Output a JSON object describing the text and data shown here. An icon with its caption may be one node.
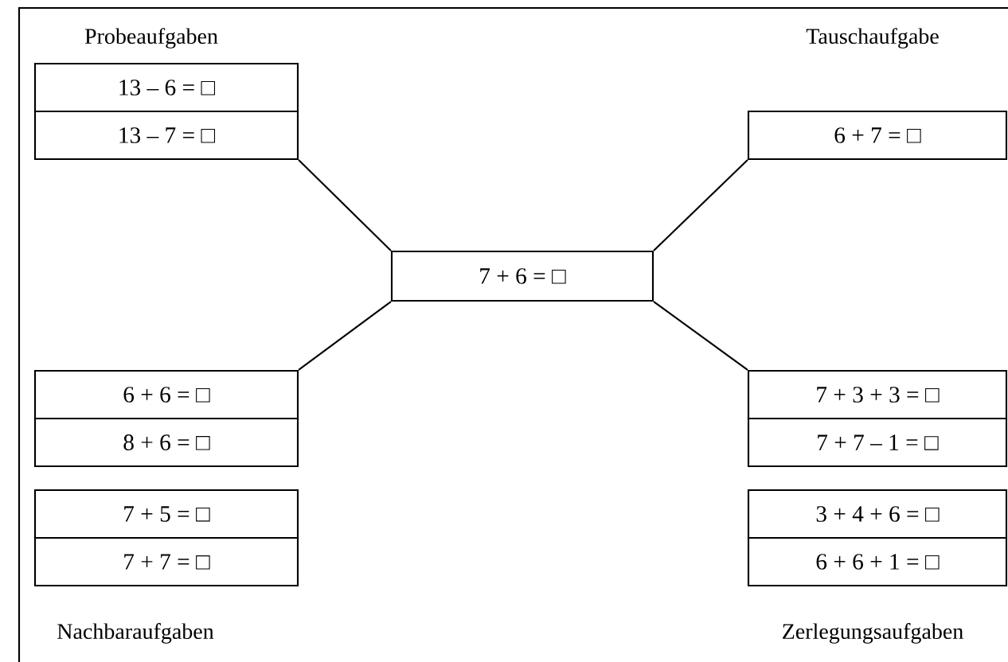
{
  "diagram": {
    "nodes": [
      {
        "text": [
          "13 – 6 = □"
        ]
      },
      {
        "text": [
          "13 – 7 = □"
        ]
      },
      {
        "text": [
          "6 + 7 = □"
        ]
      },
      {
        "text": [
          "7 + 6 = □"
        ]
      },
      {
        "text": [
          "6 + 6 = □"
        ]
      },
      {
        "text": [
          "8 + 6 = □"
        ]
      },
      {
        "text": [
          "7 + 5 = □"
        ]
      },
      {
        "text": [
          "7 + 7 = □"
        ]
      },
      {
        "text": [
          "7 + 3 + 3 = □"
        ]
      },
      {
        "text": [
          "7 + 7 – 1 = □"
        ]
      },
      {
        "text": [
          "3 + 4 + 6 = □"
        ]
      },
      {
        "text": [
          "6 + 6 + 1 = □"
        ]
      }
    ],
    "edges": [
      {
        "from": 1,
        "to": 3,
        "arrow": "none"
      },
      {
        "from": 2,
        "to": 3,
        "arrow": "none"
      },
      {
        "from": 4,
        "to": 3,
        "arrow": "none"
      },
      {
        "from": 8,
        "to": 3,
        "arrow": "none"
      }
    ],
    "labels": [
      "Probeaufgaben",
      "Tauschaufgabe",
      "Nachbaraufgaben",
      "Zerlegungsaufgaben"
    ]
  }
}
